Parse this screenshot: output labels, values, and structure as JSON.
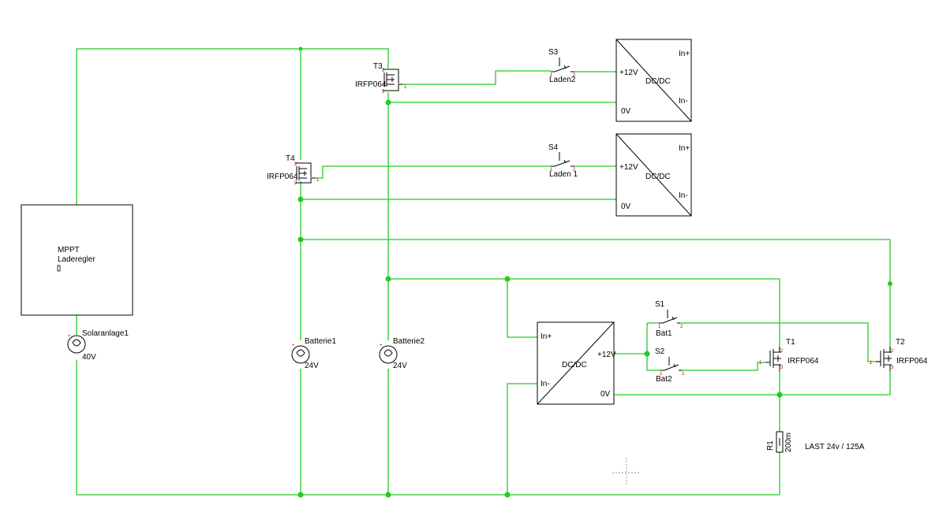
{
  "colors": {
    "wire": "#22cc22",
    "symbol": "#000000",
    "pin": "#cc0000",
    "background": "#ffffff"
  },
  "mppt": {
    "line1": "MPPT",
    "line2": "Laderegler"
  },
  "sources": {
    "solar": {
      "name": "Solaranlage1",
      "value": "40V"
    },
    "batterie1": {
      "name": "Batterie1",
      "value": "24V"
    },
    "batterie2": {
      "name": "Batterie2",
      "value": "24V"
    }
  },
  "transistors": {
    "t3": {
      "name": "T3",
      "type": "IRFP064"
    },
    "t4": {
      "name": "T4",
      "type": "IRFP064"
    },
    "t1": {
      "name": "T1",
      "type": "IRFP064"
    },
    "t2": {
      "name": "T2",
      "type": "IRFP064"
    }
  },
  "switches": {
    "s3": {
      "name": "S3",
      "label": "Laden2"
    },
    "s4": {
      "name": "S4",
      "label": "Laden 1"
    },
    "s1": {
      "name": "S1",
      "label": "Bat1"
    },
    "s2": {
      "name": "S2",
      "label": "Bat2"
    }
  },
  "converters": {
    "dc1": {
      "center": "DC/DC",
      "out_pos": "+12V",
      "out_neg": "0V",
      "in_pos": "In+",
      "in_neg": "In-"
    },
    "dc2": {
      "center": "DC/DC",
      "out_pos": "+12V",
      "out_neg": "0V",
      "in_pos": "In+",
      "in_neg": "In-"
    },
    "dc3": {
      "center": "DC/DC",
      "out_pos": "+12V",
      "out_neg": "0V",
      "in_pos": "In+",
      "in_neg": "In-"
    }
  },
  "resistor": {
    "name": "R1",
    "value": "200m",
    "load": "LAST 24v / 125A"
  },
  "pins": {
    "p1": "1",
    "p2": "2",
    "p3": "3"
  }
}
